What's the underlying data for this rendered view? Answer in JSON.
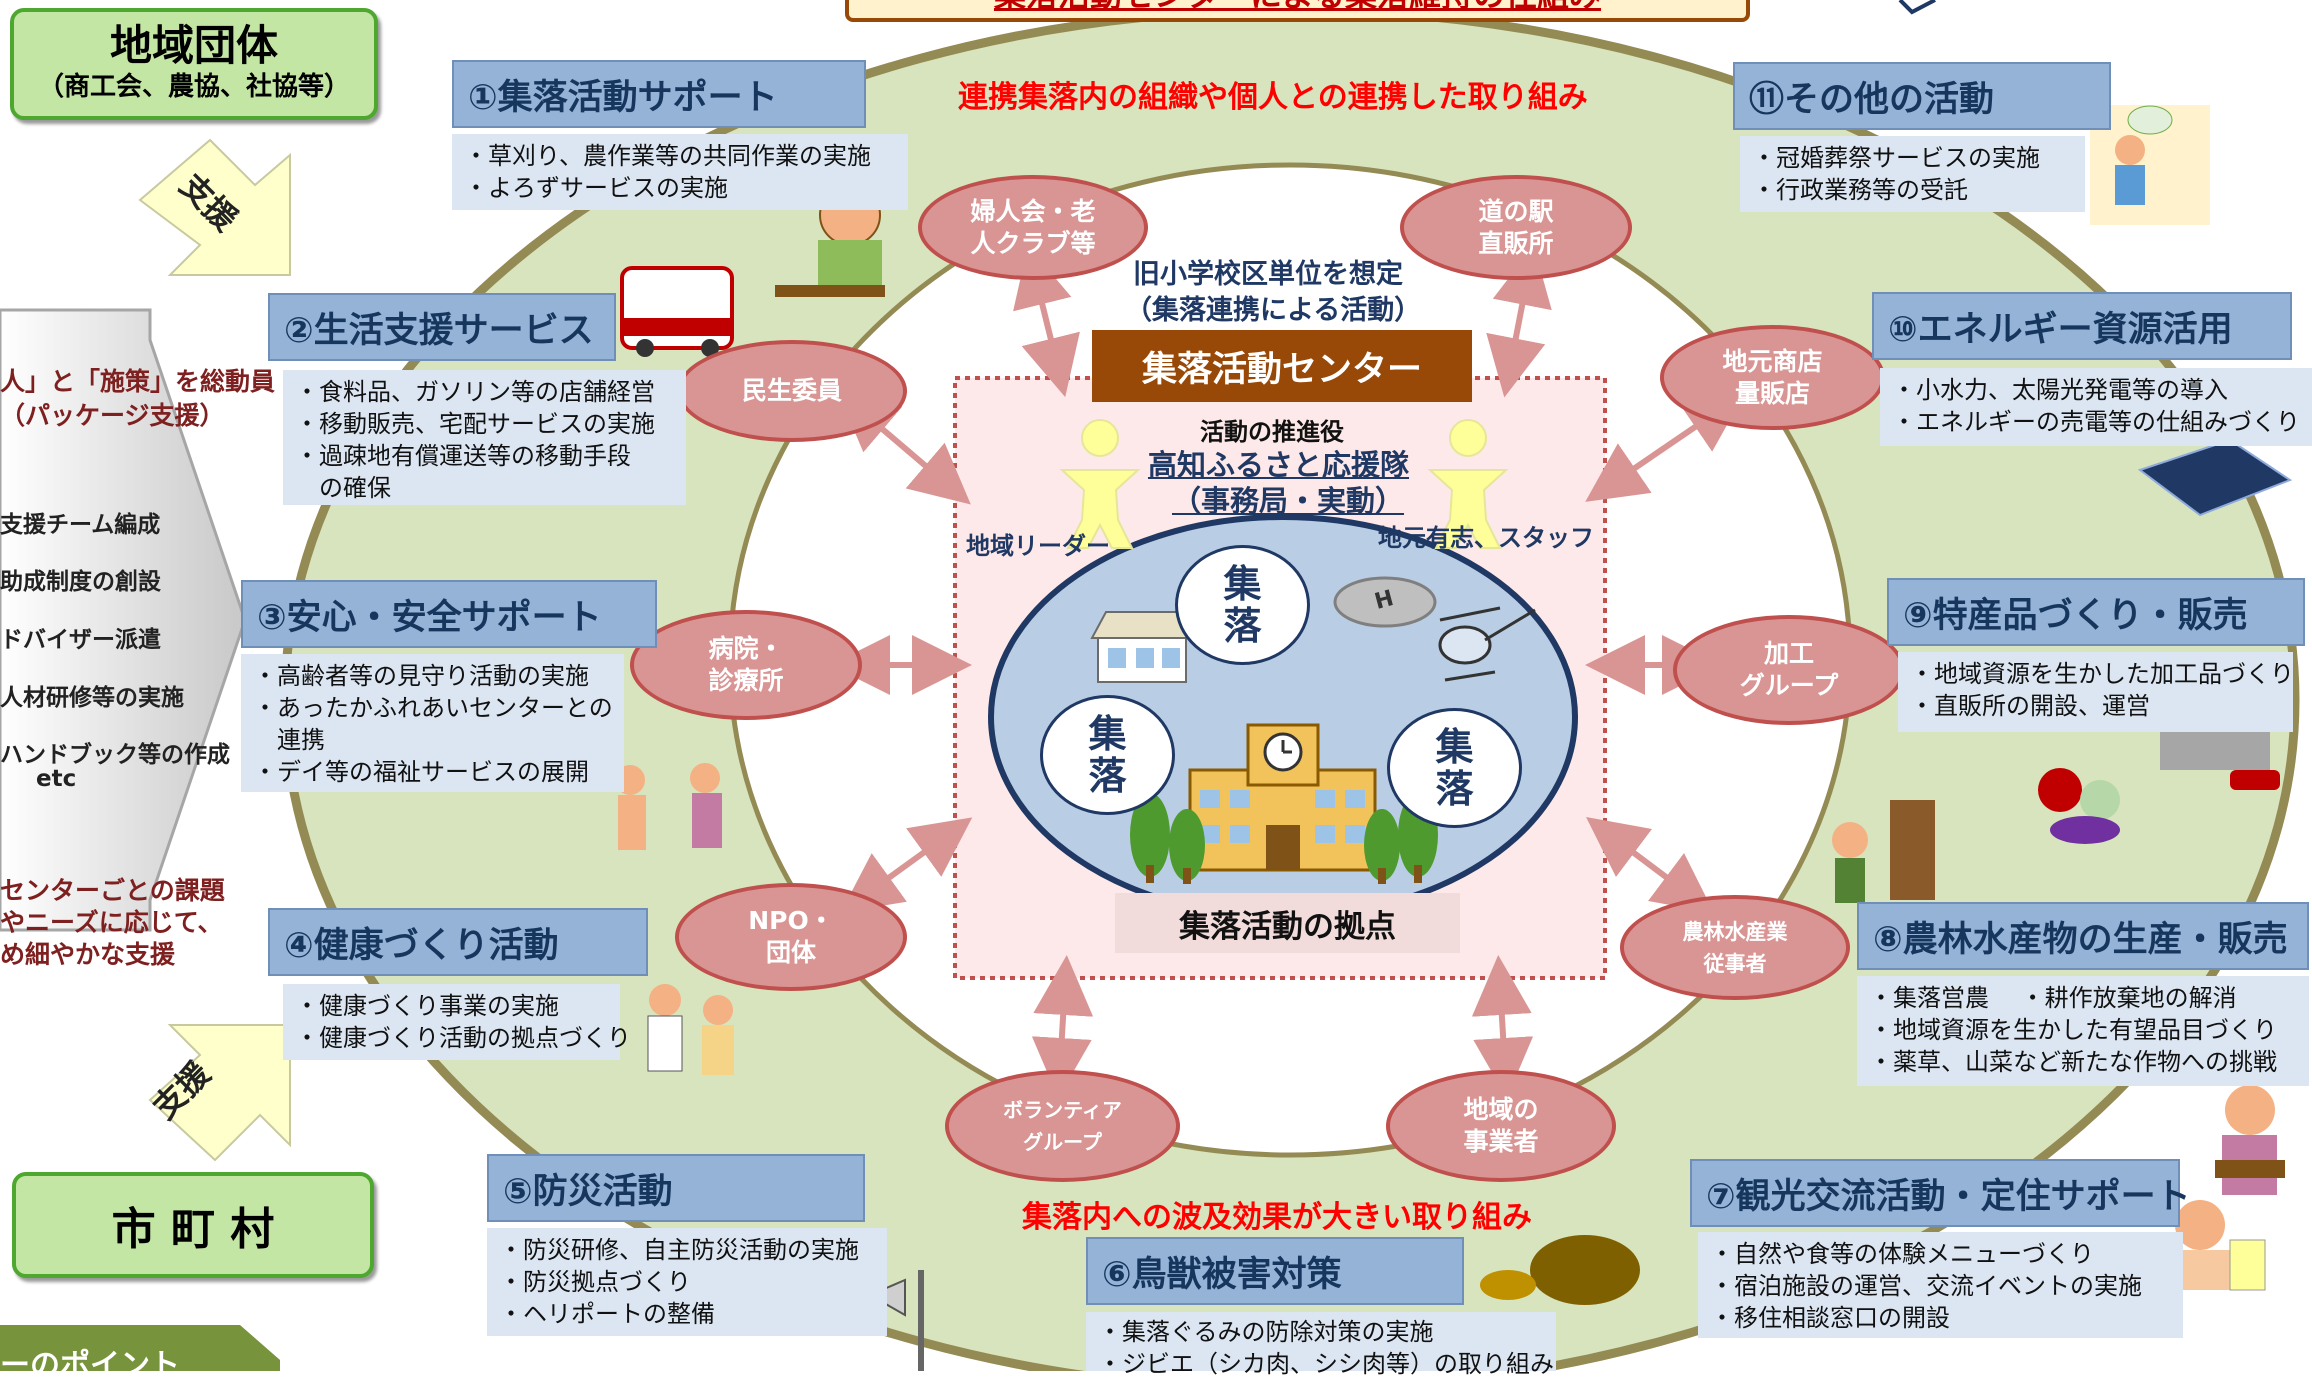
{
  "title_banner": "集落活動センターによる集落維持の仕組み",
  "red_titles": {
    "top": "連携集落内の組織や個人との連携した取り組み",
    "bottom": "集落内への波及効果が大きい取り組み"
  },
  "left_panel": {
    "org_box": {
      "title": "地域団体",
      "subtitle": "（商工会、農協、社協等）"
    },
    "support_label": "支援",
    "policy_line1": "人」と「施策」を総動員",
    "policy_line2": "（パッケージ支援）",
    "items": [
      "支援チーム編成",
      "助成制度の創設",
      "ドバイザー派遣",
      "人材研修等の実施",
      "ハンドブック等の作成",
      "etc"
    ],
    "note_lines": [
      "センターごとの課題",
      "やニーズに応じて、",
      "め細やかな支援"
    ],
    "municipality": "市 町 村",
    "bottom_tab": "ーのポイント"
  },
  "center": {
    "unit_line1": "旧小学校区単位を想定",
    "unit_line2": "（集落連携による活動）",
    "center_title": "集落活動センター",
    "promoter_label": "活動の推進役",
    "support_team_line1": "高知ふるさと応援隊",
    "support_team_line2": "（事務局・実動）",
    "leader_label": "地域リーダー",
    "staff_label": "地元有志、スタッフ",
    "village_label": "集\n落",
    "base_label": "集落活動の拠点",
    "heli_mark": "H"
  },
  "partners": [
    "婦人会・老\n人クラブ等",
    "道の駅\n直販所",
    "民生委員",
    "地元商店\n量販店",
    "病院・\n診療所",
    "加工\nグループ",
    "NPO・\n団体",
    "農林水産業\n従事者",
    "ボランティア\nグループ",
    "地域の\n事業者"
  ],
  "activities": [
    {
      "title": "①集落活動サポート",
      "items": [
        "・草刈り、農作業等の共同作業の実施",
        "・よろずサービスの実施"
      ]
    },
    {
      "title": "②生活支援サービス",
      "items": [
        "・食料品、ガソリン等の店舗経営",
        "・移動販売、宅配サービスの実施",
        "・過疎地有償運送等の移動手段",
        "　の確保"
      ]
    },
    {
      "title": "③安心・安全サポート",
      "items": [
        "・高齢者等の見守り活動の実施",
        "・あったかふれあいセンターとの",
        "　連携",
        "・デイ等の福祉サービスの展開"
      ]
    },
    {
      "title": "④健康づくり活動",
      "items": [
        "・健康づくり事業の実施",
        "・健康づくり活動の拠点づくり"
      ]
    },
    {
      "title": "⑤防災活動",
      "items": [
        "・防災研修、自主防災活動の実施",
        "・防災拠点づくり",
        "・ヘリポートの整備"
      ]
    },
    {
      "title": "⑥鳥獣被害対策",
      "items": [
        "・集落ぐるみの防除対策の実施",
        "・ジビエ（シカ肉、シシ肉等）の取り組み"
      ]
    },
    {
      "title": "⑦観光交流活動・定住サポート",
      "items": [
        "・自然や食等の体験メニューづくり",
        "・宿泊施設の運営、交流イベントの実施",
        "・移住相談窓口の開設"
      ]
    },
    {
      "title": "⑧農林水産物の生産・販売",
      "items": [
        "・集落営農　 ・耕作放棄地の解消",
        "・地域資源を生かした有望品目づくり",
        "・薬草、山菜など新たな作物への挑戦"
      ]
    },
    {
      "title": "⑨特産品づくり・販売",
      "items": [
        "・地域資源を生かした加工品づくり",
        "・直販所の開設、運営"
      ]
    },
    {
      "title": "⑩エネルギー資源活用",
      "items": [
        "・小水力、太陽光発電等の導入",
        "・エネルギーの売電等の仕組みづくり"
      ]
    },
    {
      "title": "⑪その他の活動",
      "items": [
        "・冠婚葬祭サービスの実施",
        "・行政業務等の受託"
      ]
    }
  ],
  "colors": {
    "ring_fill": "#d7e4bd",
    "ring_stroke": "#948a54",
    "ellipse_fill": "#d99594",
    "ellipse_stroke": "#c0504d",
    "header_fill": "#95b3d7",
    "list_fill": "#dce6f2",
    "center_title_fill": "#984807",
    "base_fill": "#f2dcdb",
    "red_text": "#ff0000",
    "green_box": "#c4e6a4",
    "inner_blue": "#b9cde5"
  }
}
